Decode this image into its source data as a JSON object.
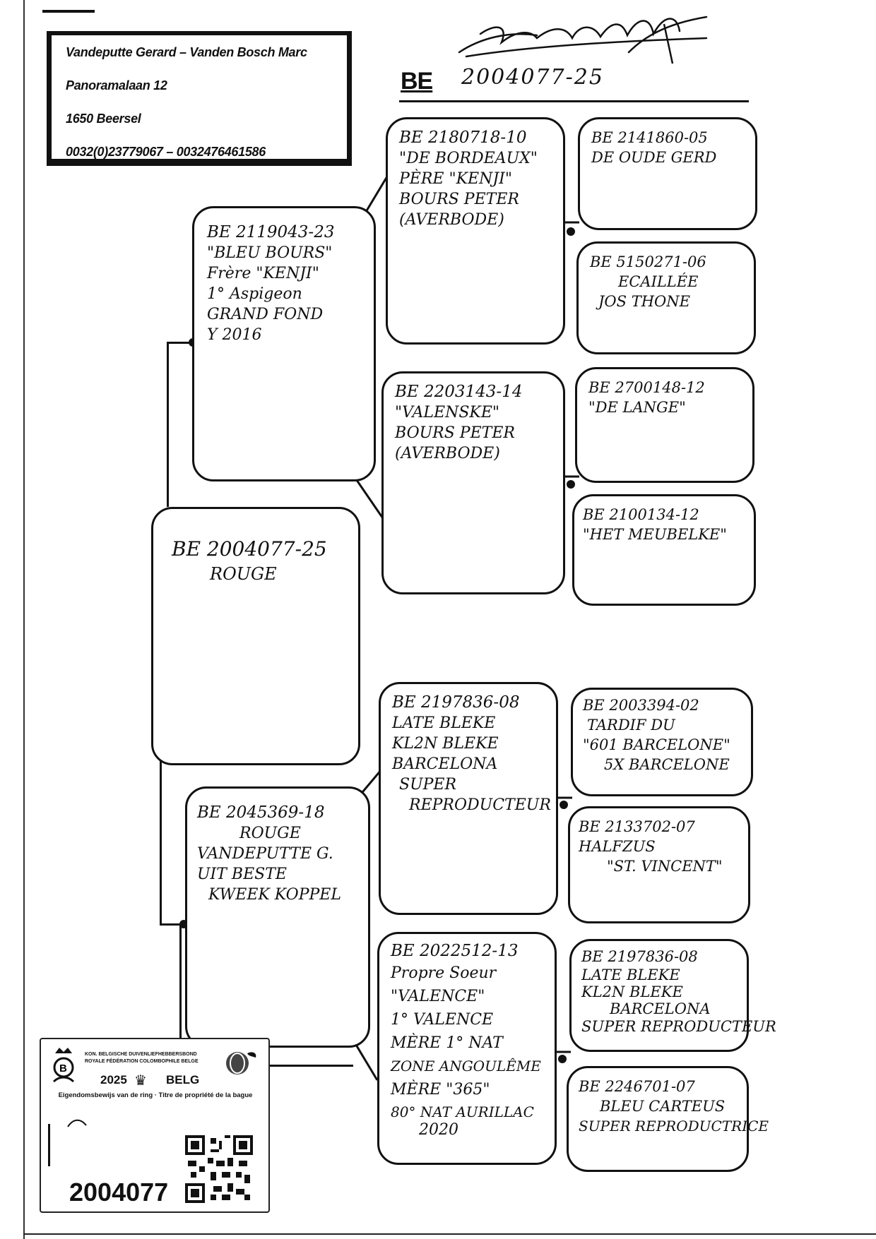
{
  "header": {
    "line1": "Vandeputte Gerard – Vanden Bosch Marc",
    "line2": "Panoramalaan 12",
    "line3": "1650 Beersel",
    "line4": "0032(0)23779067 – 0032476461586"
  },
  "title": {
    "prefix": "BE",
    "ring": "2004077-25"
  },
  "subject": {
    "lines": [
      "BE 2004077-25",
      "ROUGE"
    ]
  },
  "sire": {
    "lines": [
      "BE 2119043-23",
      "\"BLEU BOURS\"",
      "Frère \"KENJI\"",
      "1° Aspigeon",
      "GRAND FOND",
      "Y 2016"
    ],
    "sire": {
      "lines": [
        "BE 2180718-10",
        "\"DE BORDEAUX\"",
        "PÈRE \"KENJI\"",
        "BOURS PETER",
        "(AVERBODE)"
      ],
      "sire": {
        "lines": [
          "BE 2141860-05",
          "DE OUDE GERD"
        ]
      },
      "dam": {
        "lines": [
          "BE 5150271-06",
          "ECAILLÉE",
          "JOS THONE"
        ]
      }
    },
    "dam": {
      "lines": [
        "BE 2203143-14",
        "\"VALENSKE\"",
        "BOURS PETER",
        "(AVERBODE)"
      ],
      "sire": {
        "lines": [
          "BE 2700148-12",
          "\"DE LANGE\""
        ]
      },
      "dam": {
        "lines": [
          "BE 2100134-12",
          "\"HET MEUBELKE\""
        ]
      }
    }
  },
  "dam": {
    "lines": [
      "BE 2045369-18",
      "ROUGE",
      "VANDEPUTTE G.",
      "UIT BESTE",
      "KWEEK KOPPEL"
    ],
    "sire": {
      "lines": [
        "BE 2197836-08",
        "LATE BLEKE",
        "KL2N BLEKE",
        "BARCELONA",
        "SUPER",
        "REPRODUCTEUR"
      ],
      "sire": {
        "lines": [
          "BE 2003394-02",
          "TARDIF DU",
          "\"601 BARCELONE\"",
          "5X BARCELONE"
        ]
      },
      "dam": {
        "lines": [
          "BE 2133702-07",
          "HALFZUS",
          "\"ST. VINCENT\""
        ]
      }
    },
    "dam": {
      "lines": [
        "BE 2022512-13",
        "Propre Soeur",
        "\"VALENCE\"",
        "1° VALENCE",
        "MÈRE 1° NAT",
        "ZONE ANGOULÊME",
        "MÈRE \"365\"",
        "80° NAT AURILLAC",
        "2020"
      ],
      "sire": {
        "lines": [
          "BE 2197836-08",
          "LATE BLEKE",
          "KL2N BLEKE",
          "BARCELONA",
          "SUPER REPRODUCTEUR"
        ]
      },
      "dam": {
        "lines": [
          "BE 2246701-07",
          "BLEU CARTEUS",
          "SUPER REPRODUCTRICE"
        ]
      }
    }
  },
  "ring_card": {
    "org_nl": "KON. BELGISCHE DUIVENLIEFHEBBERSBOND",
    "org_fr": "ROYALE FÉDÉRATION COLOMBOPHILE BELGE",
    "year": "2025",
    "country": "BELG",
    "subtitle": "Eigendomsbewijs van de ring · Titre de propriété de la bague",
    "number": "2004077"
  }
}
